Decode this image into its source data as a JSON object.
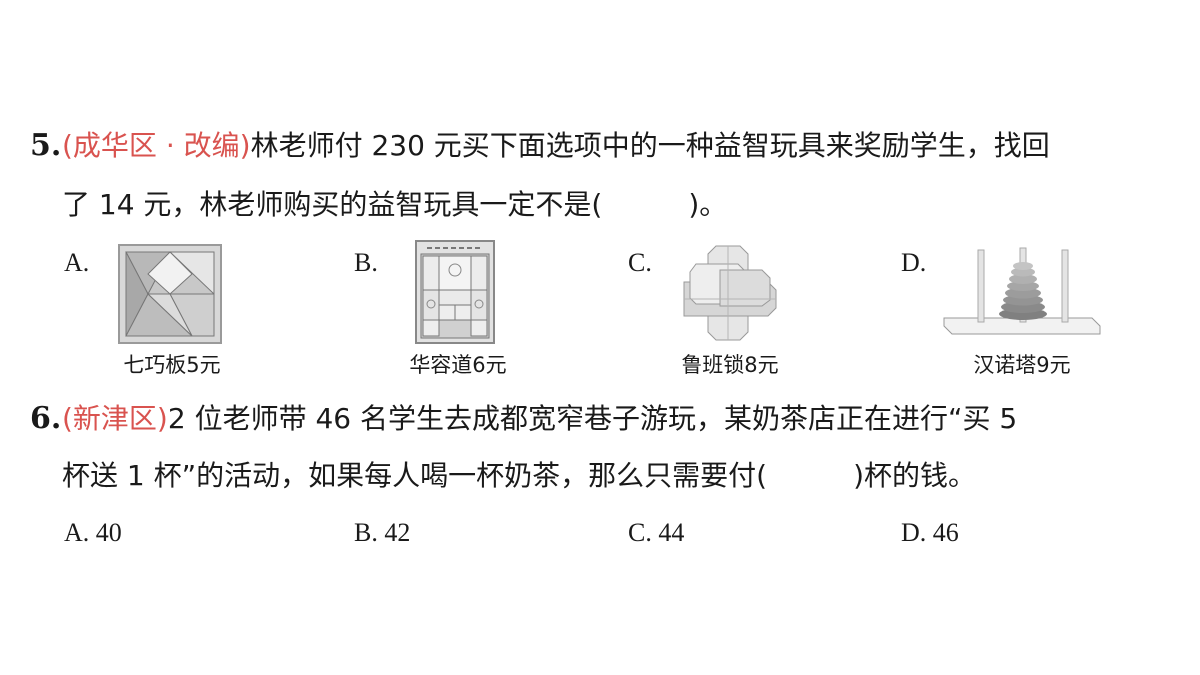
{
  "q5": {
    "number": "5.",
    "source": "(成华区 · 改编)",
    "line1": "林老师付 230 元买下面选项中的一种益智玩具来奖励学生，找回",
    "line2_a": "了 14 元，林老师购买的益智玩具一定不是(",
    "line2_b": ")。",
    "options": [
      {
        "letter": "A.",
        "caption": "七巧板5元",
        "icon": "tangram-icon"
      },
      {
        "letter": "B.",
        "caption": "华容道6元",
        "icon": "huarongdao-puzzle-icon"
      },
      {
        "letter": "C.",
        "caption": "鲁班锁8元",
        "icon": "luban-lock-icon"
      },
      {
        "letter": "D.",
        "caption": "汉诺塔9元",
        "icon": "hanoi-tower-icon"
      }
    ]
  },
  "q6": {
    "number": "6.",
    "source": "(新津区)",
    "line1": "2 位老师带 46 名学生去成都宽窄巷子游玩，某奶茶店正在进行“买 5",
    "line2_a": "杯送 1 杯”的活动，如果每人喝一杯奶茶，那么只需要付(",
    "line2_b": ")杯的钱。",
    "options": [
      "A. 40",
      "B. 42",
      "C. 44",
      "D. 46"
    ]
  },
  "colors": {
    "source": "#d9534f",
    "text": "#1a1a1a"
  }
}
